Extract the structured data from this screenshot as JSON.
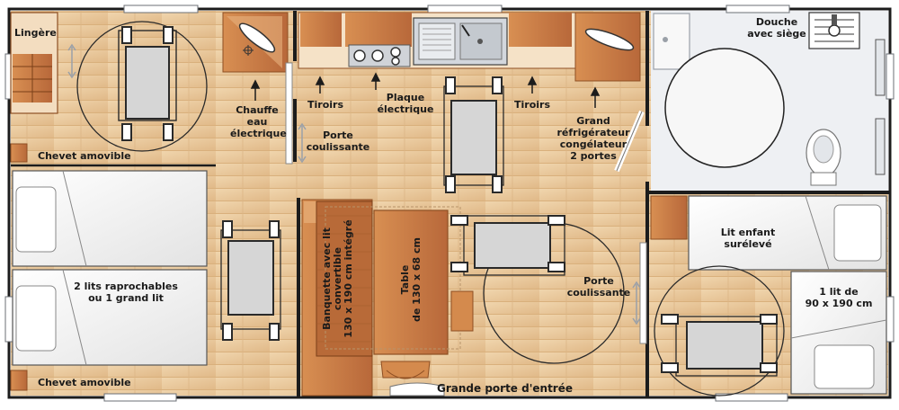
{
  "labels": {
    "lingere": "Lingère",
    "chauffe_eau": [
      "Chauffe",
      "eau",
      "électrique"
    ],
    "tiroirs_left": "Tiroirs",
    "plaque": [
      "Plaque",
      "électrique"
    ],
    "tiroirs_right": "Tiroirs",
    "porte_coulissante_1": [
      "Porte",
      "coulissante"
    ],
    "grand_frigo": [
      "Grand",
      "réfrigérateur",
      "congélateur",
      "2 portes"
    ],
    "douche": [
      "Douche",
      "avec siège"
    ],
    "chevet_top": "Chevet amovible",
    "chevet_bottom": "Chevet amovible",
    "lits_rapprochables": [
      "2 lits raprochables",
      "ou 1 grand lit"
    ],
    "banquette": [
      "Banquette avec lit",
      "convertible",
      "130 x 190 cm intégré"
    ],
    "table": [
      "Table",
      "de 130 x 68 cm"
    ],
    "porte_coulissante_2": [
      "Porte",
      "coulissante"
    ],
    "lit_enfant": [
      "Lit enfant",
      "surélevé"
    ],
    "lit_90": [
      "1 lit de",
      "90 x 190 cm"
    ],
    "grande_porte": "Grande porte d'entrée"
  },
  "colors": {
    "floor": "#e6c396",
    "floor_light": "#f1d9b6",
    "wall": "#1c1c1c",
    "bathroom": "#eef0f3",
    "furniture": "#c9824a",
    "furniture_dark": "#8e4f23",
    "window": "#c8ccd2",
    "bed": "#ffffff"
  }
}
